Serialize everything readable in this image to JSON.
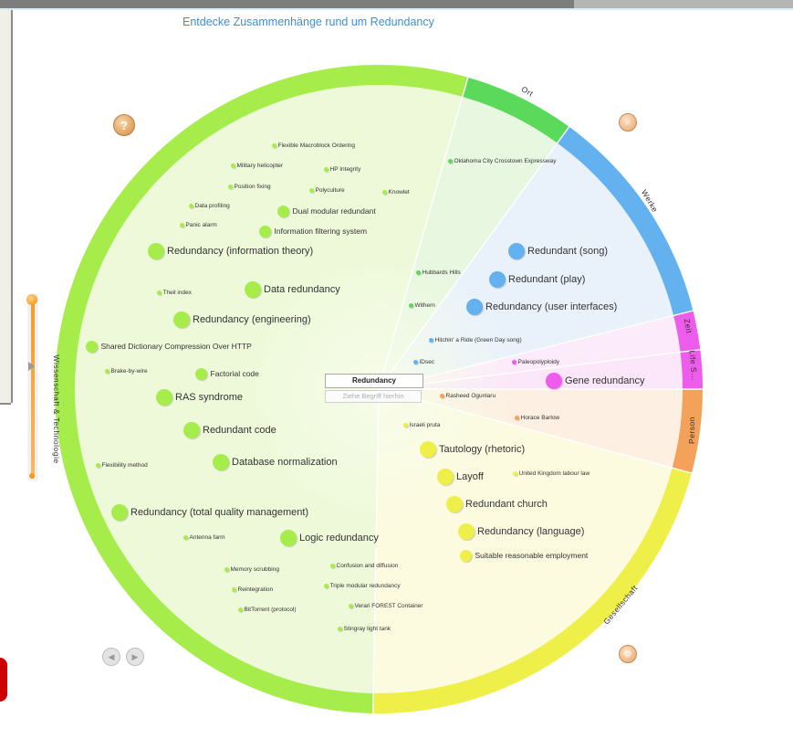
{
  "title": "Entdecke Zusammenhänge rund um Redundancy",
  "center": {
    "term": "Redundancy",
    "drop_placeholder": "Ziehe Begriff hierhin"
  },
  "colors": {
    "wissenschaft": "#a6ec4a",
    "ort": "#5ad95a",
    "werke": "#63b2ef",
    "zeit": "#ee5cec",
    "life": "#ee5cec",
    "person": "#f4a259",
    "gesellschaft": "#eef049",
    "accent": "#f59a2a"
  },
  "categories": {
    "wissenschaft": "Wissenschaft & Technologie",
    "ort": "Ort",
    "werke": "Werke",
    "zeit": "Zeit",
    "life": "Life S...",
    "person": "Person",
    "gesellschaft": "Gesellschaft"
  },
  "nodes": {
    "flexible_macroblock": "Flexible Macroblock Ordering",
    "military_helicopter": "Military helicopter",
    "hp_integrity": "HP Integrity",
    "position_fixing": "Position fixing",
    "polyculture": "Polyculture",
    "knowlet": "Knowlet",
    "data_profiling": "Data profiling",
    "dual_modular": "Dual modular redundant",
    "panic_alarm": "Panic alarm",
    "information_filtering": "Information filtering system",
    "redundancy_info_theory": "Redundancy (information theory)",
    "theil_index": "Theil index",
    "data_redundancy": "Data redundancy",
    "redundancy_engineering": "Redundancy (engineering)",
    "shared_dictionary": "Shared Dictionary Compression Over HTTP",
    "brake_by_wire": "Brake-by-wire",
    "factorial_code": "Factorial code",
    "ras_syndrome": "RAS syndrome",
    "redundant_code": "Redundant code",
    "flexibility_method": "Flexibility method",
    "database_normalization": "Database normalization",
    "redundancy_tqm": "Redundancy (total quality management)",
    "antenna_farm": "Antenna farm",
    "logic_redundancy": "Logic redundancy",
    "memory_scrubbing": "Memory scrubbing",
    "confusion_diffusion": "Confusion and diffusion",
    "reintegration": "Reintegration",
    "triple_modular": "Triple modular redundancy",
    "bittorrent": "BitTorrent (protocol)",
    "verari": "Verari FOREST Container",
    "stingray": "Stingray light tank",
    "oklahoma": "Oklahoma City Crosstown Expressway",
    "hubbards_hills": "Hubbards Hills",
    "withern": "Withern",
    "redundant_song": "Redundant (song)",
    "redundant_play": "Redundant (play)",
    "redundancy_ui": "Redundancy (user interfaces)",
    "hitchin_ride": "Hitchin' a Ride (Green Day song)",
    "idsec": "IDsec",
    "paleopolyploidy": "Paleopolyploidy",
    "gene_redundancy": "Gene redundancy",
    "rasheed": "Rasheed Ogunlaru",
    "horace": "Horace Barlow",
    "israeli_pruta": "Israeli pruta",
    "tautology": "Tautology (rhetoric)",
    "layoff": "Layoff",
    "uk_labour_law": "United Kingdom labour law",
    "redundant_church": "Redundant church",
    "redundancy_language": "Redundancy (language)",
    "suitable_employment": "Suitable reasonable employment"
  },
  "buttons": {
    "help": "?",
    "zoom": "⌕",
    "share": "⚙",
    "prev": "◀",
    "next": "▶"
  }
}
